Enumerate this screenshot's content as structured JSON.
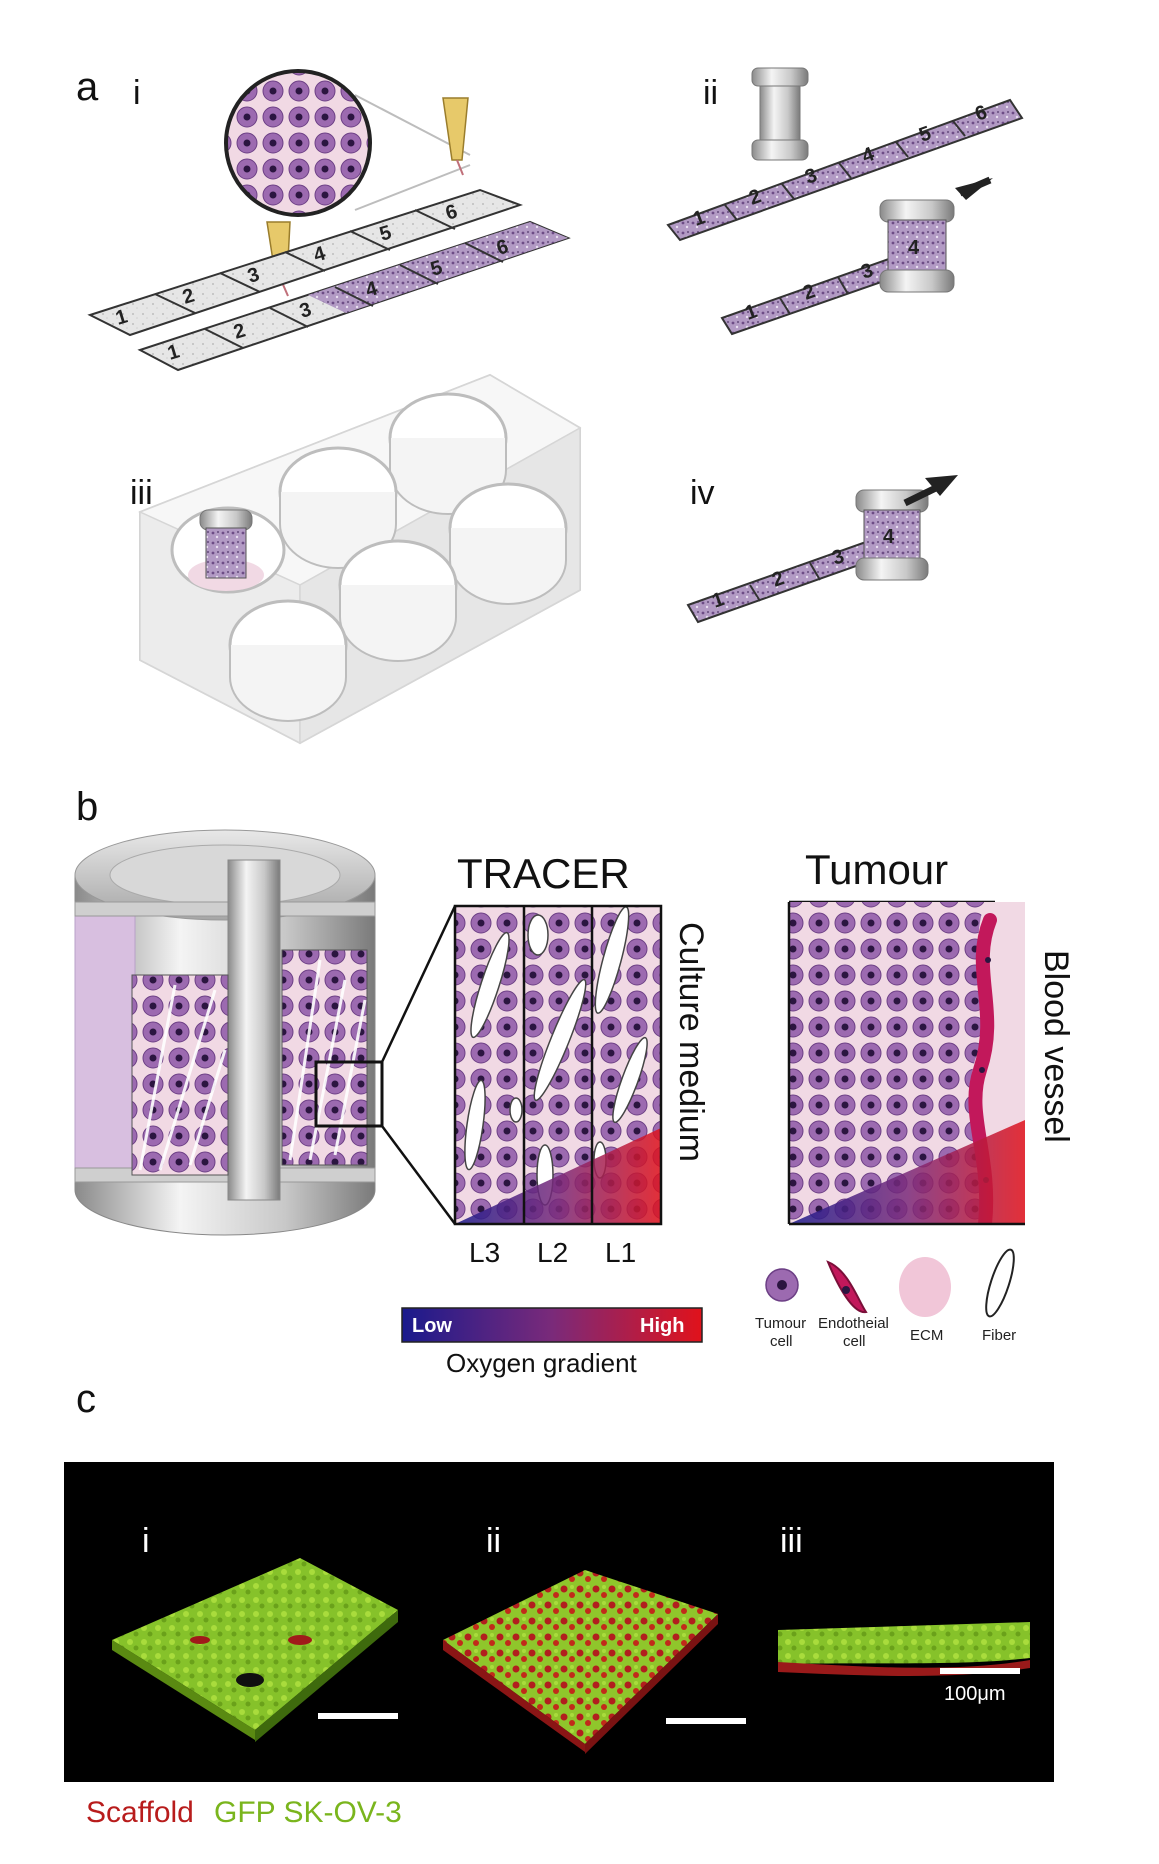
{
  "panels": {
    "a": {
      "label": "a",
      "sub_i": "i",
      "sub_ii": "ii",
      "sub_iii": "iii",
      "sub_iv": "iv",
      "strip_numbers": [
        "1",
        "2",
        "3",
        "4",
        "5",
        "6"
      ],
      "roll_number": "4"
    },
    "b": {
      "label": "b",
      "tracer_title": "TRACER",
      "tumour_title": "Tumour",
      "culture_medium": "Culture medium",
      "blood_vessel": "Blood vessel",
      "layers": [
        "L3",
        "L2",
        "L1"
      ],
      "gradient_low": "Low",
      "gradient_high": "High",
      "gradient_caption": "Oxygen gradient",
      "legend": {
        "tumour_cell_1": "Tumour",
        "tumour_cell_2": "cell",
        "endothelial_1": "Endotheial",
        "endothelial_2": "cell",
        "ecm": "ECM",
        "fiber": "Fiber"
      }
    },
    "c": {
      "label": "c",
      "sub_i": "i",
      "sub_ii": "ii",
      "sub_iii": "iii",
      "scale_bar": "100μm",
      "legend_scaffold": "Scaffold",
      "legend_gfp": "GFP SK-OV-3"
    }
  },
  "colors": {
    "purple_cell": "#8c5aa6",
    "tissue_pink": "#f1d9e4",
    "endothelial": "#c2185b",
    "gradient_low": "#1a1a8c",
    "gradient_high": "#e0121b",
    "scaffold_red": "#b81c1c",
    "gfp_green": "#7ab51d"
  }
}
